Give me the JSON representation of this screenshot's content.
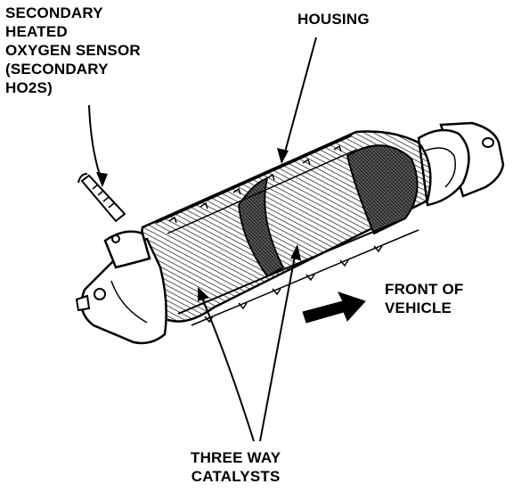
{
  "labels": {
    "sensor": [
      "SECONDARY",
      "HEATED",
      "OXYGEN SENSOR",
      "(SECONDARY",
      "HO2S)"
    ],
    "housing": "HOUSING",
    "front": [
      "FRONT OF",
      "VEHICLE"
    ],
    "catalysts": [
      "THREE WAY",
      "CATALYSTS"
    ]
  },
  "colors": {
    "ink": "#000000",
    "paper": "#ffffff",
    "shade": "#3a3a3a"
  }
}
